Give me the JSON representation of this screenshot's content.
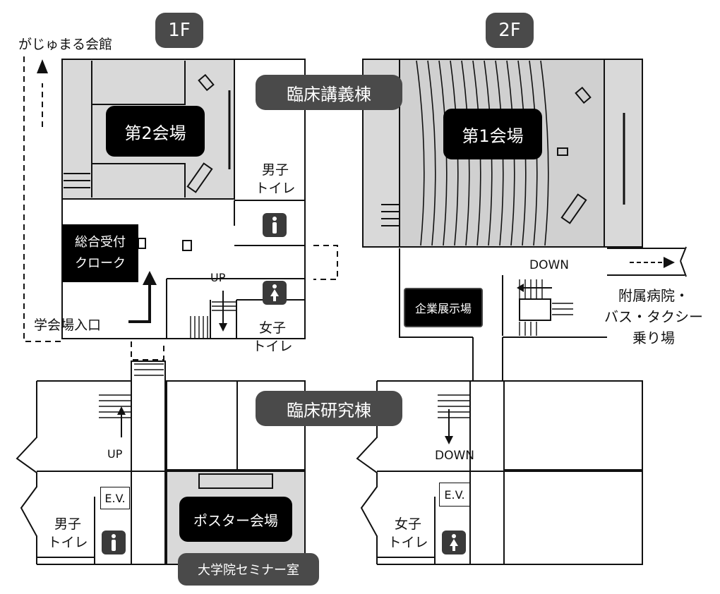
{
  "floors": {
    "first": "1F",
    "second": "2F"
  },
  "buildings": {
    "lecture": "臨床講義棟",
    "research": "臨床研究棟"
  },
  "rooms": {
    "hall1": "第1会場",
    "hall2": "第2会場",
    "poster": "ポスター会場",
    "exhibit": "企業展示場",
    "seminar": "大学院セミナー室",
    "reception": [
      "総合受付",
      "クローク"
    ]
  },
  "labels": {
    "gajumaru": "がじゅまる会館",
    "entrance": "学会場入口",
    "hospital": [
      "附属病院・",
      "バス・タクシー",
      "乗り場"
    ],
    "up_1f_lecture": "UP",
    "up_1f_research": "UP",
    "down_2f_lecture": "DOWN",
    "down_2f_research": "DOWN",
    "ev_1f": "E.V.",
    "ev_2f": "E.V."
  },
  "toilets": {
    "lecture_1f_men": [
      "男子",
      "トイレ"
    ],
    "lecture_1f_women": [
      "女子",
      "トイレ"
    ],
    "research_1f_men": [
      "男子",
      "トイレ"
    ],
    "research_2f_women": [
      "女子",
      "トイレ"
    ]
  },
  "icons": {
    "men": "male-toilet-icon",
    "women": "female-toilet-icon",
    "arrow": "direction-arrow-icon"
  },
  "colors": {
    "hall_fill": "#d9d9d9",
    "pill": "#4a4a4a",
    "line": "#111111"
  }
}
